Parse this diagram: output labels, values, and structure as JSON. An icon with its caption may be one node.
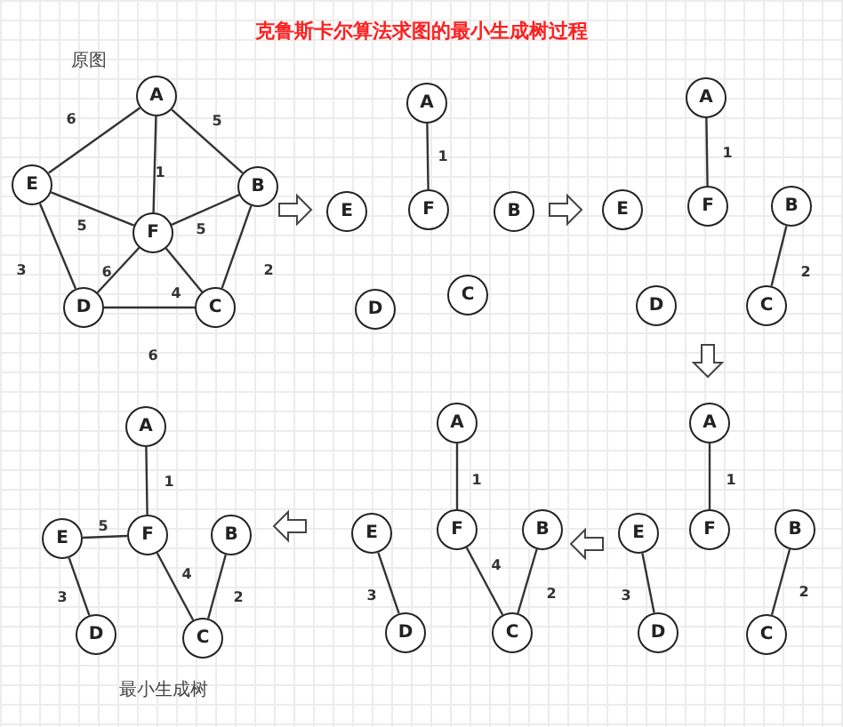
{
  "diagram": {
    "title": "克鲁斯卡尔算法求图的最小生成树过程",
    "nodes": [
      {
        "text": [
          "A"
        ]
      },
      {
        "text": [
          "E"
        ]
      },
      {
        "text": [
          "B"
        ]
      },
      {
        "text": [
          "F"
        ]
      },
      {
        "text": [
          "D"
        ]
      },
      {
        "text": [
          "C"
        ]
      },
      {
        "text": [
          "A"
        ]
      },
      {
        "text": [
          "E"
        ]
      },
      {
        "text": [
          "F"
        ]
      },
      {
        "text": [
          "B"
        ]
      },
      {
        "text": [
          "D"
        ]
      },
      {
        "text": [
          "C"
        ]
      },
      {
        "text": [
          "A"
        ]
      },
      {
        "text": [
          "E"
        ]
      },
      {
        "text": [
          "F"
        ]
      },
      {
        "text": [
          "B"
        ]
      },
      {
        "text": [
          "D"
        ]
      },
      {
        "text": [
          "C"
        ]
      },
      {
        "text": [
          "A"
        ]
      },
      {
        "text": [
          "E"
        ]
      },
      {
        "text": [
          "F"
        ]
      },
      {
        "text": [
          "B"
        ]
      },
      {
        "text": [
          "D"
        ]
      },
      {
        "text": [
          "C"
        ]
      },
      {
        "text": [
          "A"
        ]
      },
      {
        "text": [
          "E"
        ]
      },
      {
        "text": [
          "F"
        ]
      },
      {
        "text": [
          "B"
        ]
      },
      {
        "text": [
          "D"
        ]
      },
      {
        "text": [
          "C"
        ]
      },
      {
        "text": [
          "A"
        ]
      },
      {
        "text": [
          "E"
        ]
      },
      {
        "text": [
          "F"
        ]
      },
      {
        "text": [
          "B"
        ]
      },
      {
        "text": [
          "D"
        ]
      },
      {
        "text": [
          "C"
        ]
      }
    ],
    "edges": [
      {
        "from": 0,
        "to": 1,
        "arrow": "none",
        "label": "6"
      },
      {
        "from": 0,
        "to": 2,
        "arrow": "none",
        "label": "5"
      },
      {
        "from": 0,
        "to": 3,
        "arrow": "none",
        "label": "1"
      },
      {
        "from": 1,
        "to": 3,
        "arrow": "none",
        "label": "5"
      },
      {
        "from": 3,
        "to": 2,
        "arrow": "none",
        "label": "5"
      },
      {
        "from": 1,
        "to": 4,
        "arrow": "none",
        "label": "3"
      },
      {
        "from": 3,
        "to": 4,
        "arrow": "none",
        "label": "6"
      },
      {
        "from": 3,
        "to": 5,
        "arrow": "none",
        "label": "4"
      },
      {
        "from": 2,
        "to": 5,
        "arrow": "none",
        "label": "2"
      },
      {
        "from": 4,
        "to": 5,
        "arrow": "none",
        "label": "6"
      },
      {
        "from": 6,
        "to": 8,
        "arrow": "none",
        "label": "1"
      },
      {
        "from": 12,
        "to": 14,
        "arrow": "none",
        "label": "1"
      },
      {
        "from": 15,
        "to": 17,
        "arrow": "none",
        "label": "2"
      },
      {
        "from": 18,
        "to": 20,
        "arrow": "none",
        "label": "1"
      },
      {
        "from": 19,
        "to": 20,
        "arrow": "none",
        "label": "5"
      },
      {
        "from": 19,
        "to": 22,
        "arrow": "none",
        "label": "3"
      },
      {
        "from": 20,
        "to": 23,
        "arrow": "none",
        "label": "4"
      },
      {
        "from": 21,
        "to": 23,
        "arrow": "none",
        "label": "2"
      },
      {
        "from": 24,
        "to": 26,
        "arrow": "none",
        "label": "1"
      },
      {
        "from": 25,
        "to": 28,
        "arrow": "none",
        "label": "3"
      },
      {
        "from": 26,
        "to": 29,
        "arrow": "none",
        "label": "4"
      },
      {
        "from": 27,
        "to": 29,
        "arrow": "none",
        "label": "2"
      },
      {
        "from": 30,
        "to": 32,
        "arrow": "none",
        "label": "1"
      },
      {
        "from": 31,
        "to": 34,
        "arrow": "none",
        "label": "3"
      },
      {
        "from": 33,
        "to": 35,
        "arrow": "none",
        "label": "2"
      },
      {
        "from": 2,
        "to": 7,
        "arrow": "to",
        "style": "thick"
      },
      {
        "from": 9,
        "to": 13,
        "arrow": "to",
        "style": "thick"
      },
      {
        "from": 16,
        "to": 30,
        "arrow": "to",
        "style": "thick"
      },
      {
        "from": 31,
        "to": 27,
        "arrow": "to",
        "style": "thick"
      },
      {
        "from": 25,
        "to": 21,
        "arrow": "to",
        "style": "thick"
      }
    ],
    "labels": [
      "原图",
      "最小生成树"
    ]
  }
}
